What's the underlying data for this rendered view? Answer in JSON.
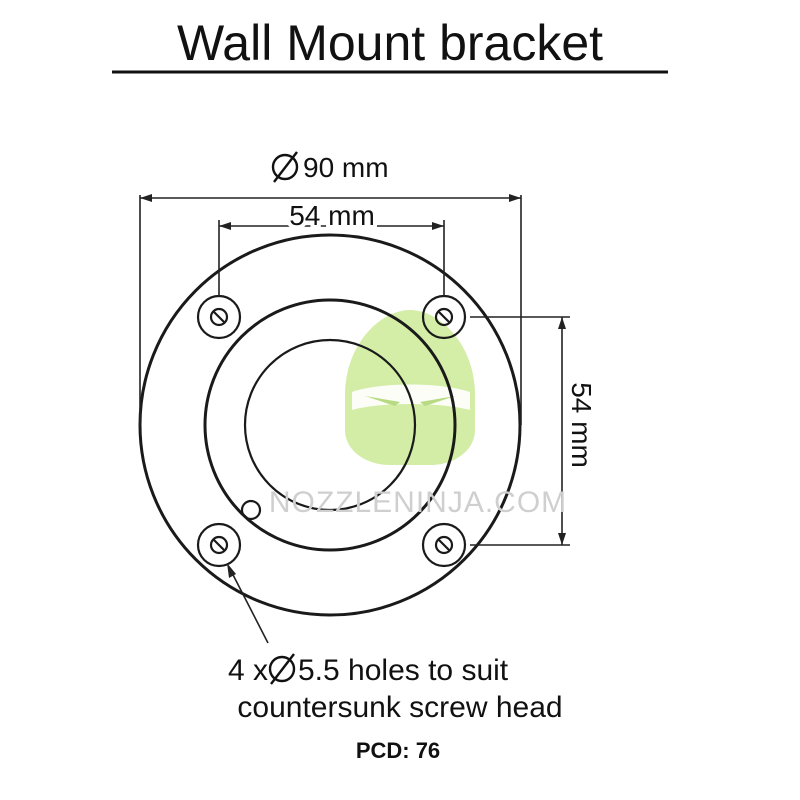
{
  "title": "Wall Mount bracket",
  "dimensions": {
    "outer_diameter": "90 mm",
    "hole_spacing_horizontal": "54 mm",
    "hole_spacing_vertical": "54 mm"
  },
  "note": {
    "line1_prefix": "4 x ",
    "line1_suffix": "5.5 holes to suit",
    "line2": "countersunk screw head"
  },
  "pcd": "PCD: 76",
  "watermark": "NOZZLENINJA.COM",
  "colors": {
    "line": "#1a1a1a",
    "watermark_logo": "#c5e88a",
    "watermark_text": "#cfcfcf"
  }
}
